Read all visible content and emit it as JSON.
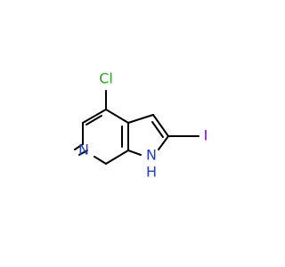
{
  "molecule": {
    "atoms": {
      "cl": {
        "label": "Cl",
        "color": "#2ca02c"
      },
      "i": {
        "label": "I",
        "color": "#8b00c8"
      },
      "n_ring": {
        "label": "N",
        "color": "#1f3fd1"
      },
      "nh": {
        "label": "N",
        "color": "#1f3fd1"
      },
      "h": {
        "label": "H",
        "color": "#1f3fd1"
      }
    },
    "bond_color": "#000000"
  }
}
